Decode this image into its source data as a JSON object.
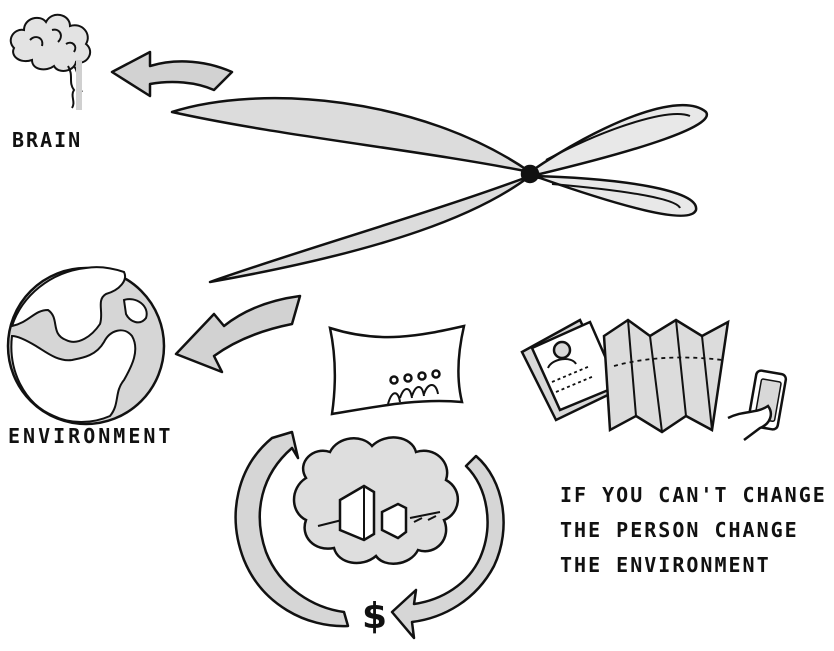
{
  "labels": {
    "brain": "BRAIN",
    "environment": "ENVIRONMENT"
  },
  "caption": {
    "line1": "IF YOU CAN'T CHANGE",
    "line2": "THE PERSON CHANGE",
    "line3": "THE ENVIRONMENT"
  },
  "symbols": {
    "dollar": "$"
  },
  "colors": {
    "ink": "#111111",
    "fill_gray": "#d9d9d9",
    "arrow_gray": "#cfcfcf",
    "background": "#ffffff"
  }
}
